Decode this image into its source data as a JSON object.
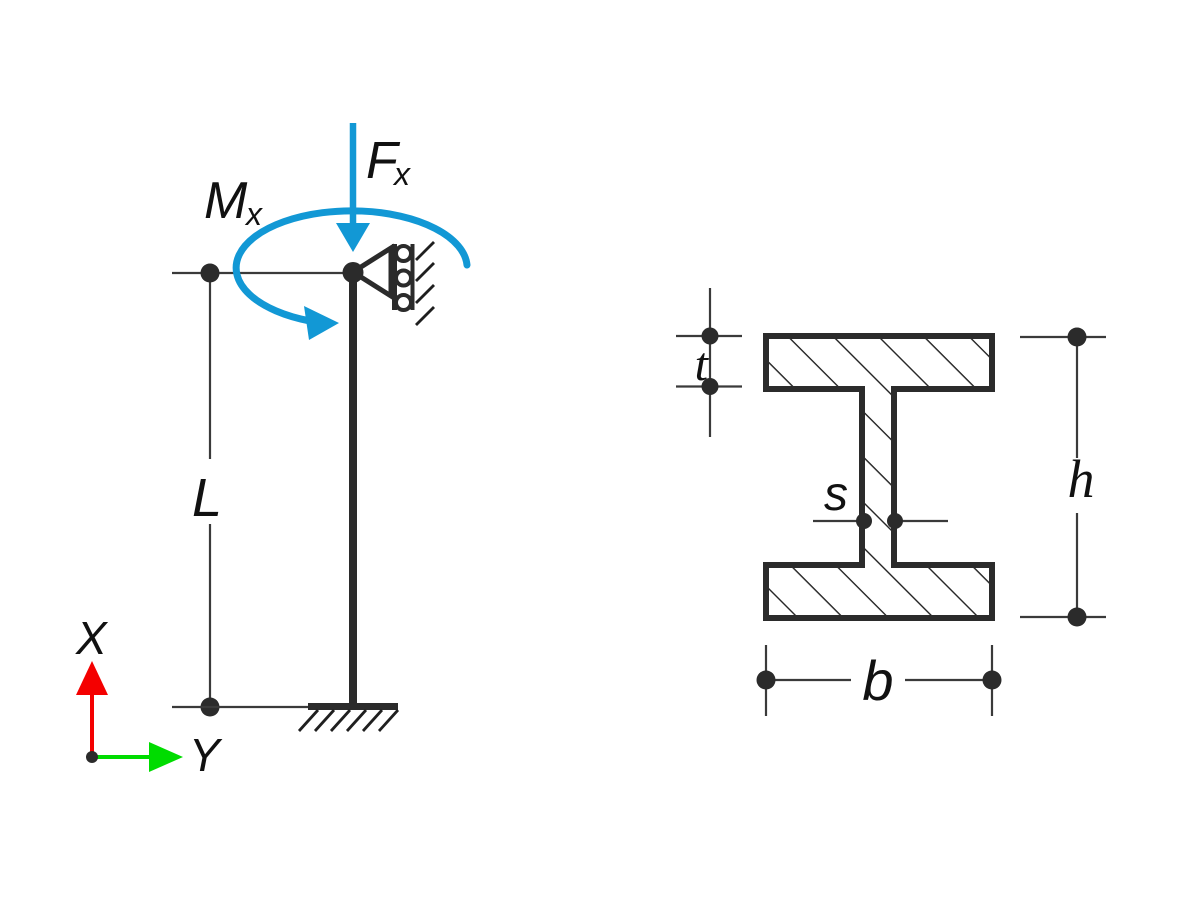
{
  "colors": {
    "accent_blue": "#1298d5",
    "axis_x_red": "#f40000",
    "axis_y_green": "#00dc00",
    "line_dark": "#2b2b2b"
  },
  "column_diagram": {
    "moment_label": {
      "main": "M",
      "sub": "x"
    },
    "force_label": {
      "main": "F",
      "sub": "x"
    },
    "length_label": "L",
    "axis_labels": {
      "x": "X",
      "y": "Y"
    }
  },
  "cross_section": {
    "flange_thickness_label": "t",
    "web_thickness_label": "s",
    "width_label": "b",
    "height_label": "h"
  }
}
